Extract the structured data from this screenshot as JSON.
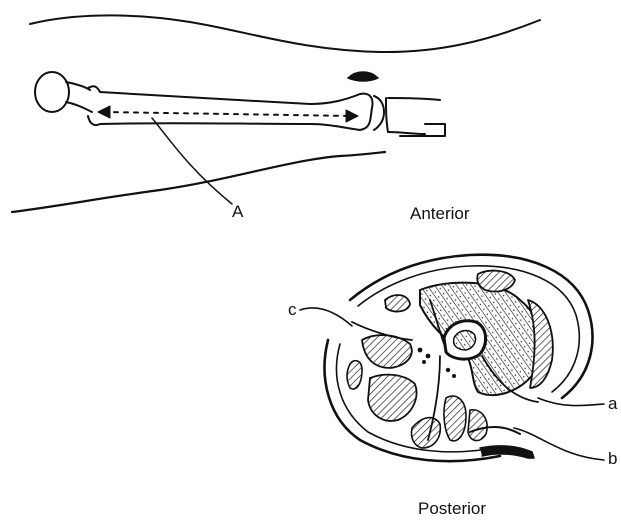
{
  "labels": {
    "A": "A",
    "anterior": "Anterior",
    "c": "c",
    "a": "a",
    "b": "b",
    "posterior": "Posterior"
  }
}
